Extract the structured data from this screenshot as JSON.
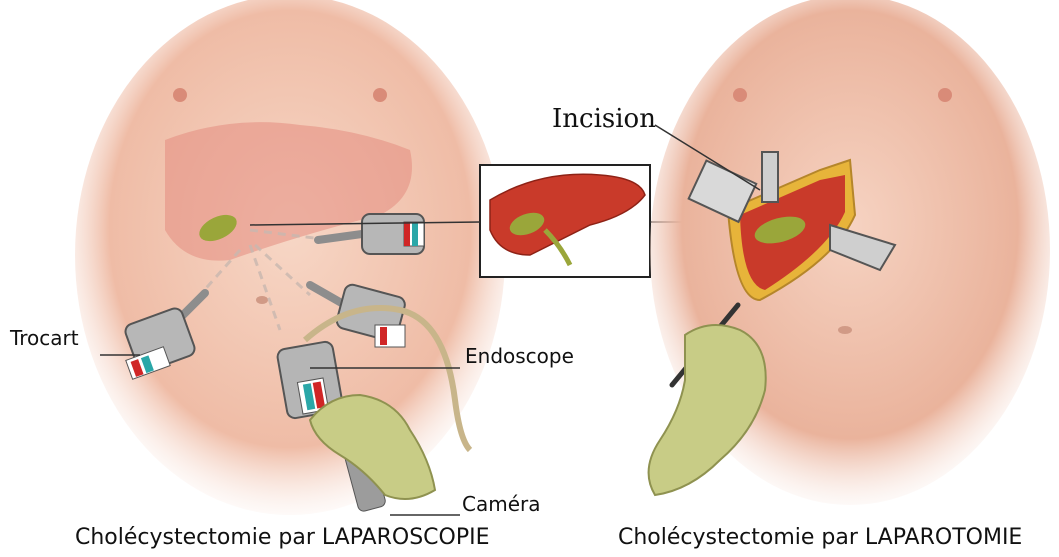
{
  "labels": {
    "incision": "Incision",
    "trocart": "Trocart",
    "endoscope": "Endoscope",
    "camera": "Caméra"
  },
  "captions": {
    "left": "Cholécystectomie par LAPAROSCOPIE",
    "right": "Cholécystectomie par LAPAROTOMIE"
  },
  "colors": {
    "skin": "#f2c4b0",
    "skin_shadow": "#e39a86",
    "liver": "#c93a2a",
    "gallbladder": "#9aa63a",
    "glove": "#c8cc86",
    "instrument": "#a9a9a9",
    "retractor": "#d9d9d9",
    "fat": "#e7b43a"
  },
  "icons": [
    "torso-illustration",
    "liver-icon",
    "trocar-icon",
    "endoscope-icon",
    "camera-icon",
    "gloved-hand-icon",
    "retractor-icon",
    "scalpel-icon"
  ]
}
